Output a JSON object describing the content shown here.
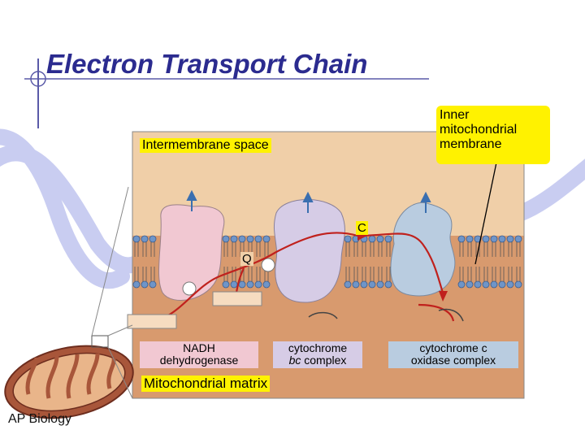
{
  "title": "Electron Transport Chain",
  "footer": "AP Biology",
  "labels": {
    "intermembrane_space": "Intermembrane space",
    "inner_membrane": "Inner mitochondrial membrane",
    "c": "C",
    "q": "Q",
    "nadh_1": "NADH",
    "nadh_2": "dehydrogenase",
    "bc_1": "cytochrome",
    "bc_2": "complex",
    "bc_italic": "bc",
    "ox_1": "cytochrome c",
    "ox_2": "oxidase complex",
    "matrix": "Mitochondrial matrix"
  },
  "colors": {
    "title": "#2b2b8f",
    "intermembrane_bg": "#f0cfa8",
    "matrix_bg": "#d89a6e",
    "protein_pink": "#f1c8d2",
    "protein_lavender": "#d6cce6",
    "protein_blue": "#b9cce0",
    "arrow_red": "#c0211d",
    "label_yellow": "#fff200"
  }
}
